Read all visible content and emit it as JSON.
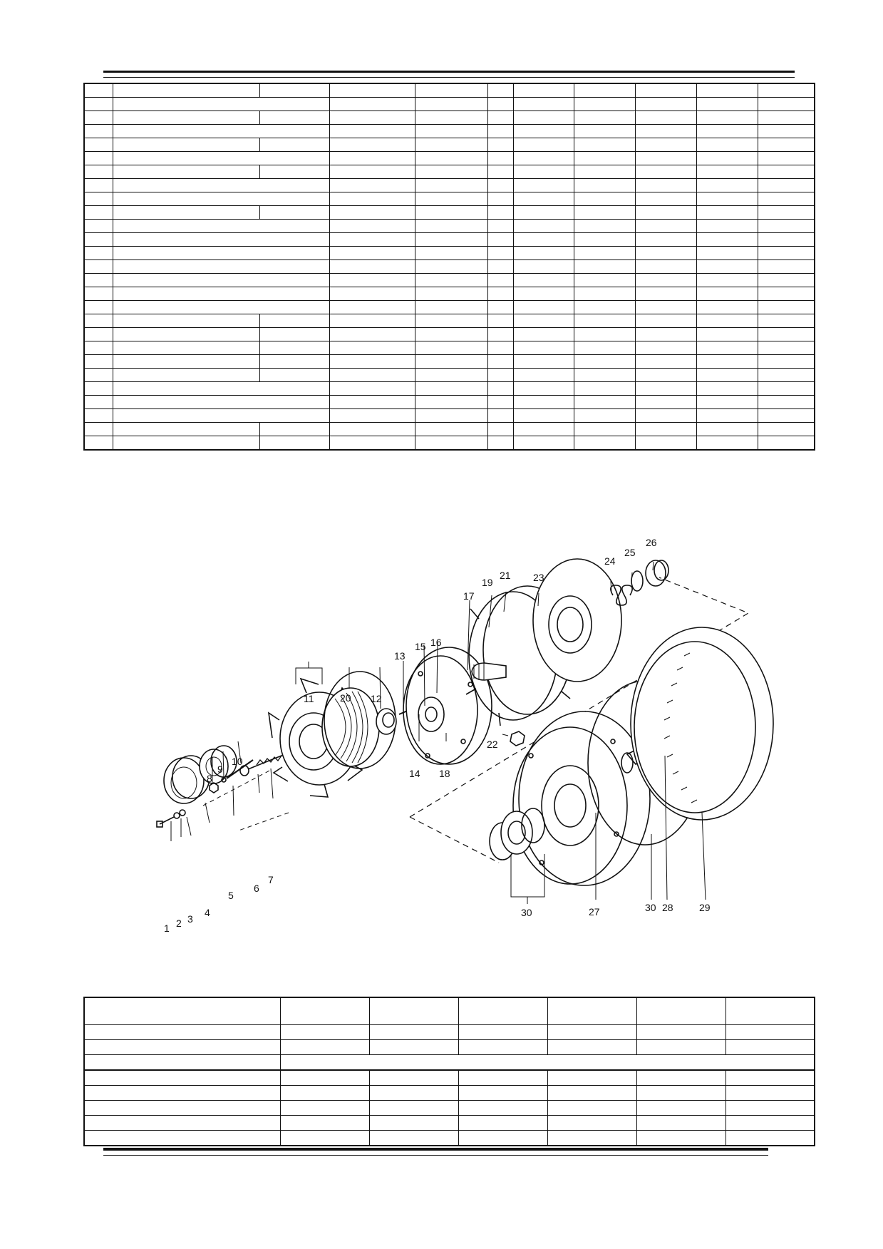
{
  "diagram": {
    "callouts": [
      "1",
      "2",
      "3",
      "4",
      "5",
      "6",
      "7",
      "8",
      "9",
      "10",
      "11",
      "12",
      "13",
      "14",
      "15",
      "16",
      "17",
      "18",
      "19",
      "20",
      "21",
      "22",
      "23",
      "24",
      "25",
      "26",
      "27",
      "28",
      "29",
      "30",
      "30"
    ]
  },
  "parts_table": {
    "rows": 27
  },
  "spec_table": {
    "rows": 9
  }
}
